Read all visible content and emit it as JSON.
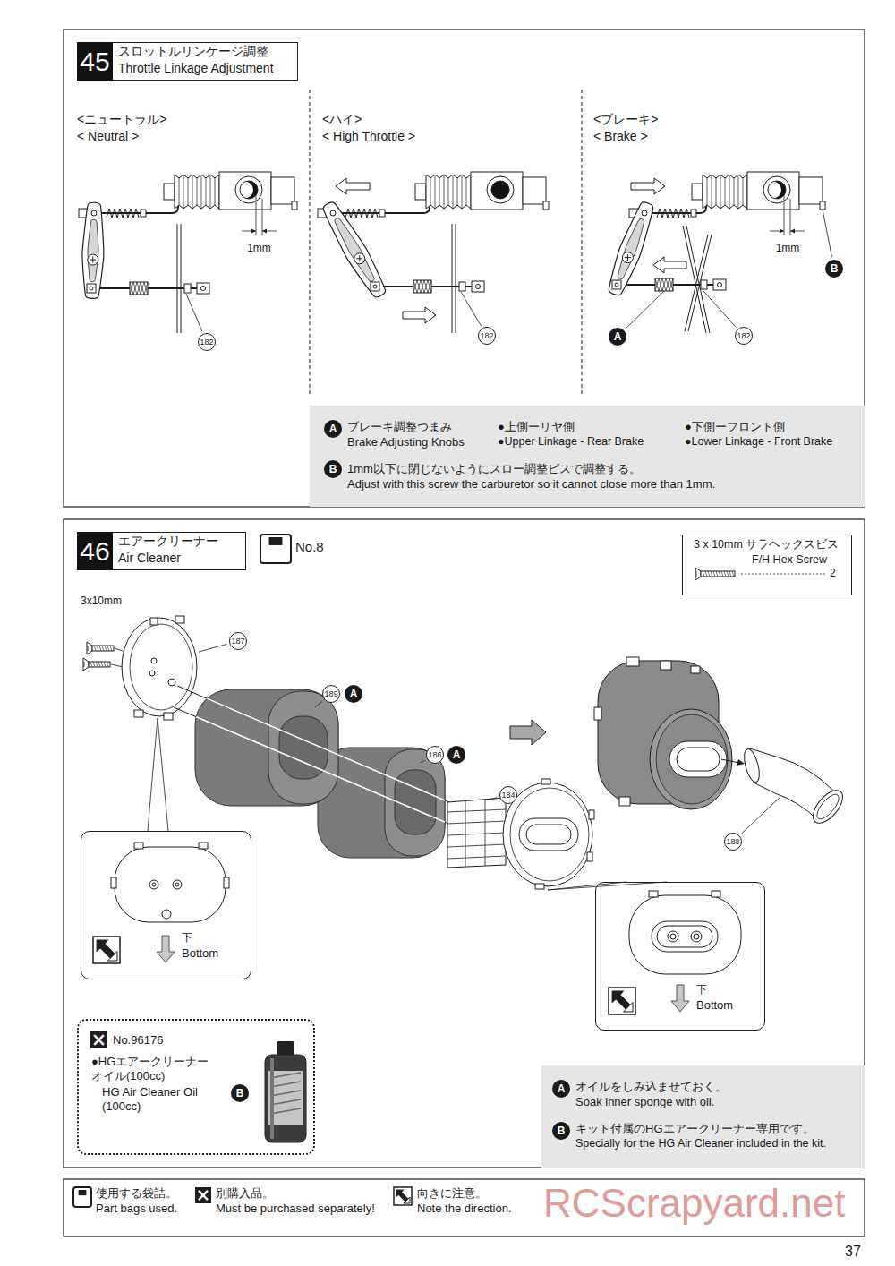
{
  "diagram": {
    "nodes": [
      {
        "text": [
          "スロットルリンケージ調整",
          "Throttle Linkage Adjustment"
        ]
      },
      {
        "text": [
          "45"
        ],
        "in": 0
      },
      {
        "text": [
          "182"
        ]
      },
      {
        "text": [
          "182"
        ]
      },
      {
        "text": [
          "B"
        ]
      },
      {
        "text": [
          "A"
        ]
      },
      {
        "text": [
          "182"
        ]
      },
      {
        "text": [
          "ブレーキ調整つまみ",
          "Brake Adjusting Knobs",
          "●上側ーリヤ側",
          "●Upper Linkage - Rear Brake",
          "●下側ーフロント側",
          "●Lower Linkage - Front Brake",
          "1mm以下に閉じないようにスロー調整ビスで調整する。",
          "Adjust with this screw the carburetor so it cannot close more than 1mm."
        ]
      },
      {
        "text": [
          "A"
        ],
        "in": 7
      },
      {
        "text": [
          "B"
        ],
        "in": 7
      },
      {
        "text": [
          "エアークリーナー",
          "Air Cleaner"
        ]
      },
      {
        "text": [
          "46"
        ],
        "in": 10
      },
      {
        "text": [
          "3 x 10mm サラヘックスビス",
          "F/H Hex Screw",
          "2"
        ]
      },
      {
        "text": [
          "187"
        ]
      },
      {
        "text": [
          "189"
        ]
      },
      {
        "text": [
          "A"
        ]
      },
      {
        "text": [
          "186"
        ]
      },
      {
        "text": [
          "A"
        ]
      },
      {
        "text": [
          "184"
        ]
      },
      {
        "text": [
          "188"
        ]
      },
      {
        "text": [
          "下",
          "Bottom"
        ]
      },
      {
        "text": [
          "下",
          "Bottom"
        ]
      },
      {
        "text": [
          "No.96176",
          "●HGエアークリーナー オイル(100cc)",
          "HG Air Cleaner Oil (100cc)"
        ]
      },
      {
        "text": [
          "B"
        ],
        "in": 22
      },
      {
        "text": [
          "オイルをしみ込ませておく。",
          "Soak inner sponge with oil.",
          "キット付属のHGエアークリーナー専用です。",
          "Specially for the HG Air Cleaner included in the kit."
        ]
      },
      {
        "text": [
          "A"
        ],
        "in": 24
      },
      {
        "text": [
          "B"
        ],
        "in": 24
      }
    ],
    "labels": [
      "<ニュートラル>",
      "< Neutral >",
      "1mm",
      "<ハイ>",
      "< High Throttle >",
      "<ブレーキ>",
      "< Brake >",
      "1mm",
      "No.8",
      "3x10mm",
      "RCScrapyard.net",
      "37"
    ],
    "legend": [
      {
        "text": "使用する袋詰。"
      },
      {
        "text": "Part bags used."
      },
      {
        "text": "別購入品。"
      },
      {
        "text": "Must be purchased separately!"
      },
      {
        "text": "向きに注意。"
      },
      {
        "text": "Note the direction."
      }
    ]
  }
}
